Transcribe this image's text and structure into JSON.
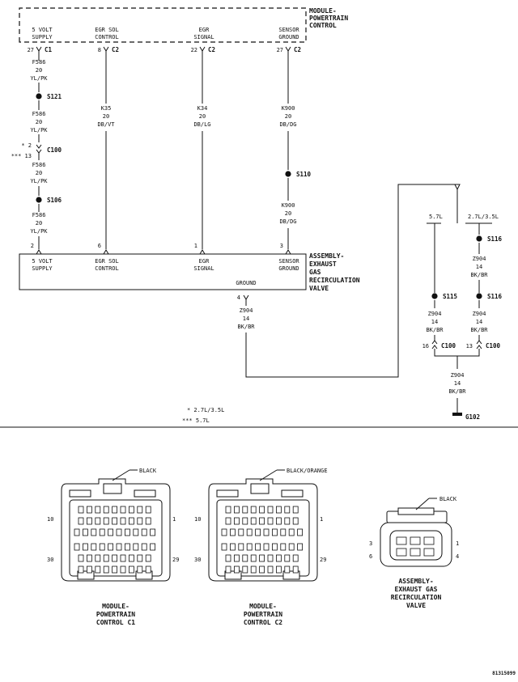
{
  "pcm": {
    "title": "MODULE-\nPOWERTRAIN\nCONTROL",
    "pins": [
      {
        "name": "5 VOLT\nSUPPLY",
        "pin": "27",
        "conn": "C1"
      },
      {
        "name": "EGR SOL\nCONTROL",
        "pin": "8",
        "conn": "C2"
      },
      {
        "name": "EGR\nSIGNAL",
        "pin": "22",
        "conn": "C2"
      },
      {
        "name": "SENSOR\nGROUND",
        "pin": "27",
        "conn": "C2"
      }
    ]
  },
  "valve": {
    "title": "ASSEMBLY-\nEXHAUST\nGAS\nRECIRCULATION\nVALVE",
    "pins": [
      {
        "name": "5 VOLT\nSUPPLY",
        "pin": "2"
      },
      {
        "name": "EGR SOL\nCONTROL",
        "pin": "6"
      },
      {
        "name": "EGR\nSIGNAL",
        "pin": "1"
      },
      {
        "name": "SENSOR\nGROUND",
        "pin": "3"
      }
    ],
    "ground_label": "GROUND",
    "ground_pin": "4"
  },
  "wires": {
    "f586": "F586\n20\nYL/PK",
    "k35": "K35\n20\nDB/VT",
    "k34": "K34\n20\nDB/LG",
    "k900": "K900\n20\nDB/DG",
    "z904": "Z904\n14\nBK/BR"
  },
  "splices": {
    "s121": "S121",
    "s106": "S106",
    "s110": "S110",
    "s115": "S115",
    "s116": "S116",
    "s116b": "S116"
  },
  "inline": {
    "c100": "C100",
    "c100_pin_a": "* 2",
    "c100_pin_b": "*** 13",
    "c100r_pin_a": "16",
    "c100r_pin_b": "13"
  },
  "branches": {
    "left": "5.7L",
    "right": "2.7L/3.5L"
  },
  "ground": "G102",
  "legend": {
    "one": "* 2.7L/3.5L",
    "three": "*** 5.7L"
  },
  "connectors": [
    {
      "label": "MODULE-\nPOWERTRAIN\nCONTROL C1",
      "color": "BLACK",
      "tl": "10",
      "tr": "1",
      "bl": "30",
      "br": "29"
    },
    {
      "label": "MODULE-\nPOWERTRAIN\nCONTROL C2",
      "color": "BLACK/ORANGE",
      "tl": "10",
      "tr": "1",
      "bl": "30",
      "br": "29"
    },
    {
      "label": "ASSEMBLY-\nEXHAUST GAS\nRECIRCULATION\nVALVE",
      "color": "BLACK",
      "tl": "3",
      "tr": "1",
      "bl": "6",
      "br": "4"
    }
  ],
  "figure_id": "81315099"
}
